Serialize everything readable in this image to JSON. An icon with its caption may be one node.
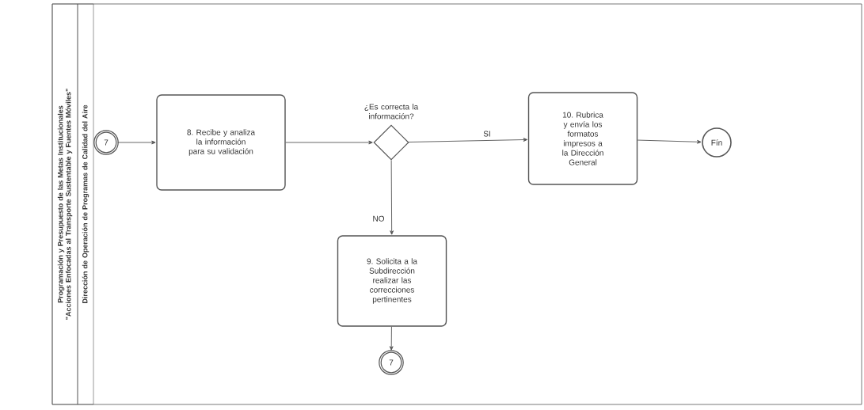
{
  "diagram": {
    "nodes": [
      {
        "text": [
          "Programación y Presupuesto de las Metas Institucionales \"Acciones Enfocadas al Transporte Sustentable y Fuentes Móviles\""
        ]
      },
      {
        "text": [
          "Dirección de Operación de Programas de Calidad del Aire"
        ]
      },
      {
        "text": [
          "7"
        ]
      },
      {
        "text": [
          "8. Recibe y analiza la información para su validación"
        ]
      },
      {
        "text": [],
        "shape": "diamond",
        "beside": [
          "¿Es correcta la información?"
        ]
      },
      {
        "text": [
          "10. Rubrica y envía los formatos impresos a la Dirección General"
        ]
      },
      {
        "text": [
          "Fín"
        ]
      },
      {
        "text": [
          "9. Solicita a la Subdirección realizar las correcciones pertinentes"
        ]
      },
      {
        "text": [
          "7"
        ]
      }
    ],
    "edges": [
      {
        "from": 2,
        "to": 3,
        "arrow": "to"
      },
      {
        "from": 3,
        "to": 4,
        "arrow": "to"
      },
      {
        "from": 4,
        "to": 5,
        "arrow": "to",
        "label": "SI"
      },
      {
        "from": 5,
        "to": 6,
        "arrow": "to"
      },
      {
        "from": 4,
        "to": 7,
        "arrow": "to",
        "label": "NO"
      },
      {
        "from": 7,
        "to": 8,
        "arrow": "to"
      }
    ]
  }
}
